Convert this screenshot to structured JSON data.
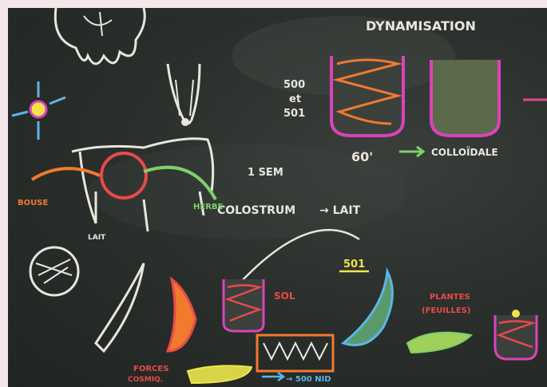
{
  "labels": {
    "title": "DYNAMISATION",
    "preparations": "500 et 501",
    "prep_500": "500",
    "prep_et": "et",
    "prep_501": "501",
    "duration": "60'",
    "colloidale": "COLLOÏDALE",
    "one_week": "1 SEM",
    "colostrum": "COLOSTRUM",
    "arrow_lait": "→ LAIT",
    "herbe": "HERBE",
    "bouse": "BOUSE",
    "lait": "LAIT",
    "sol": "SOL",
    "prep_501_underlined": "501",
    "plantes": "PLANTES",
    "feuilles": "(FEUILLES)",
    "forces": "FORCES",
    "cosmiques": "COSMIQ.",
    "arrow_500_nid": "→ 500 NID"
  },
  "colors": {
    "board": "#2b302d",
    "chalk_white": "#e9e6dc",
    "chalk_orange": "#f07a2e",
    "chalk_pink": "#e14a8a",
    "chalk_magenta": "#d944b8",
    "chalk_green": "#7fd06a",
    "chalk_yellow": "#f0e34a",
    "chalk_blue": "#5ab6e8",
    "chalk_red": "#e84a4a"
  }
}
